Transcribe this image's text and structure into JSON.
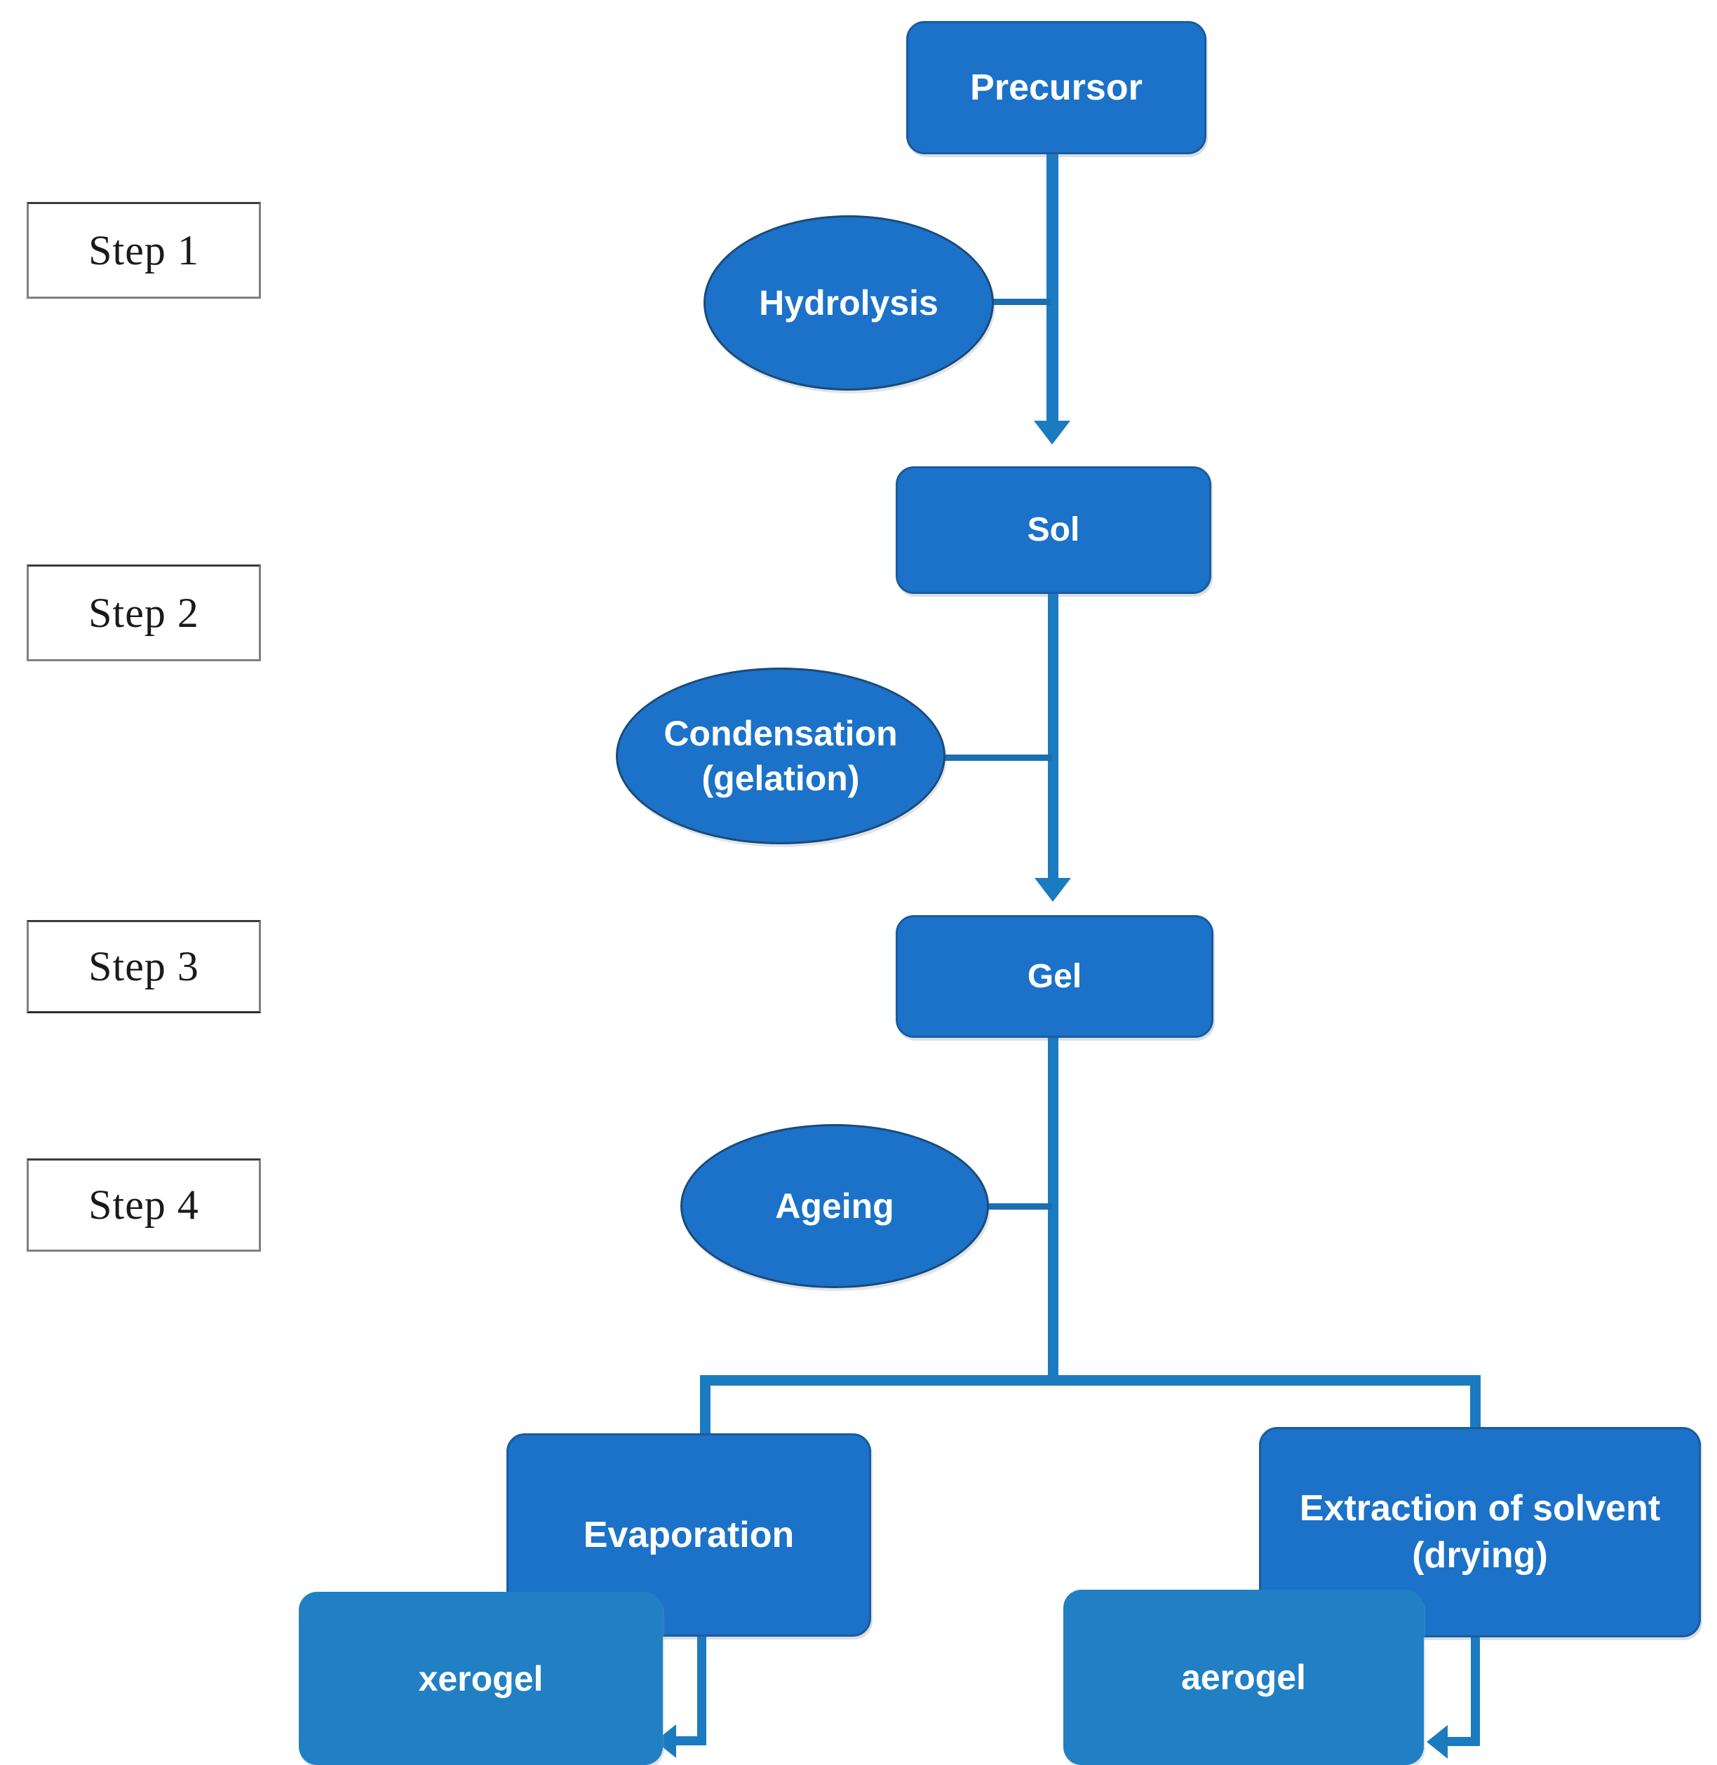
{
  "diagram": {
    "title": "Sol-gel process flowchart",
    "colors": {
      "node_blue": "#1B72C8",
      "node_blue_border": "#1b5b9e",
      "node_light_blue": "#2180C3",
      "connector_blue": "#1B7BC0",
      "step_box_border": "#808080",
      "step_text": "#1a1a1a",
      "node_text": "#ffffff",
      "background": "#ffffff"
    },
    "steps": [
      {
        "label": "Step 1"
      },
      {
        "label": "Step 2"
      },
      {
        "label": "Step 3"
      },
      {
        "label": "Step 4"
      }
    ],
    "nodes": {
      "precursor": {
        "label": "Precursor",
        "shape": "rounded-rect"
      },
      "hydrolysis": {
        "label": "Hydrolysis",
        "shape": "ellipse"
      },
      "sol": {
        "label": "Sol",
        "shape": "rounded-rect"
      },
      "condensation": {
        "label_line1": "Condensation",
        "label_line2": "(gelation)",
        "shape": "ellipse"
      },
      "gel": {
        "label": "Gel",
        "shape": "rounded-rect"
      },
      "ageing": {
        "label": "Ageing",
        "shape": "ellipse"
      },
      "evaporation": {
        "label": "Evaporation",
        "shape": "rounded-rect"
      },
      "extraction": {
        "label_line1": "Extraction of solvent",
        "label_line2": "(drying)",
        "shape": "rounded-rect"
      },
      "xerogel": {
        "label": "xerogel",
        "shape": "rounded-rect-light"
      },
      "aerogel": {
        "label": "aerogel",
        "shape": "rounded-rect-light"
      }
    },
    "flow": [
      {
        "from": "Precursor",
        "to": "Sol",
        "annotation": "Hydrolysis"
      },
      {
        "from": "Sol",
        "to": "Gel",
        "annotation": "Condensation (gelation)"
      },
      {
        "from": "Gel",
        "to": "branch",
        "annotation": "Ageing"
      },
      {
        "from": "branch",
        "to": "Evaporation"
      },
      {
        "from": "branch",
        "to": "Extraction of solvent (drying)"
      },
      {
        "from": "Evaporation",
        "to": "xerogel"
      },
      {
        "from": "Extraction of solvent (drying)",
        "to": "aerogel"
      }
    ]
  }
}
